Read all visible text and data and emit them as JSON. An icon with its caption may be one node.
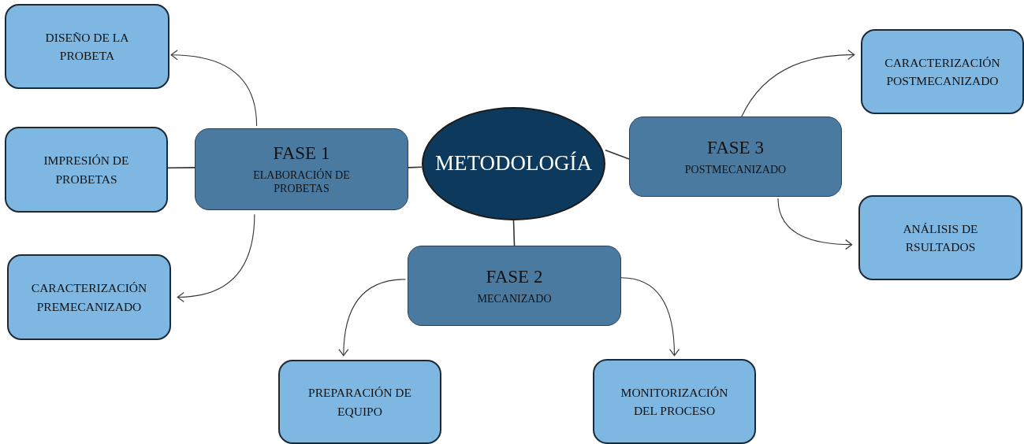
{
  "diagram": {
    "nodes": [
      {
        "text": [
          "METODOLOGÍA"
        ]
      },
      {
        "text": [
          "FASE 1",
          "ELABORACIÓN DE PROBETAS"
        ]
      },
      {
        "text": [
          "FASE 2",
          "MECANIZADO"
        ]
      },
      {
        "text": [
          "FASE 3",
          "POSTMECANIZADO"
        ]
      },
      {
        "text": [
          "DISEÑO DE LA PROBETA"
        ]
      },
      {
        "text": [
          "IMPRESIÓN DE PROBETAS"
        ]
      },
      {
        "text": [
          "CARACTERIZACIÓN PREMECANIZADO"
        ]
      },
      {
        "text": [
          "PREPARACIÓN DE EQUIPO"
        ]
      },
      {
        "text": [
          "MONITORIZACIÓN DEL PROCESO"
        ]
      },
      {
        "text": [
          "CARACTERIZACIÓN POSTMECANIZADO"
        ]
      },
      {
        "text": [
          "ANÁLISIS DE RSULTADOS"
        ]
      }
    ],
    "edges": [
      {
        "from": 0,
        "to": 1,
        "arrow": "none"
      },
      {
        "from": 0,
        "to": 2,
        "arrow": "none"
      },
      {
        "from": 0,
        "to": 3,
        "arrow": "none"
      },
      {
        "from": 1,
        "to": 5,
        "arrow": "none"
      },
      {
        "from": 1,
        "to": 4,
        "arrow": "to"
      },
      {
        "from": 1,
        "to": 6,
        "arrow": "to"
      },
      {
        "from": 2,
        "to": 7,
        "arrow": "to"
      },
      {
        "from": 2,
        "to": 8,
        "arrow": "to"
      },
      {
        "from": 3,
        "to": 9,
        "arrow": "to"
      },
      {
        "from": 3,
        "to": 10,
        "arrow": "to"
      }
    ]
  }
}
